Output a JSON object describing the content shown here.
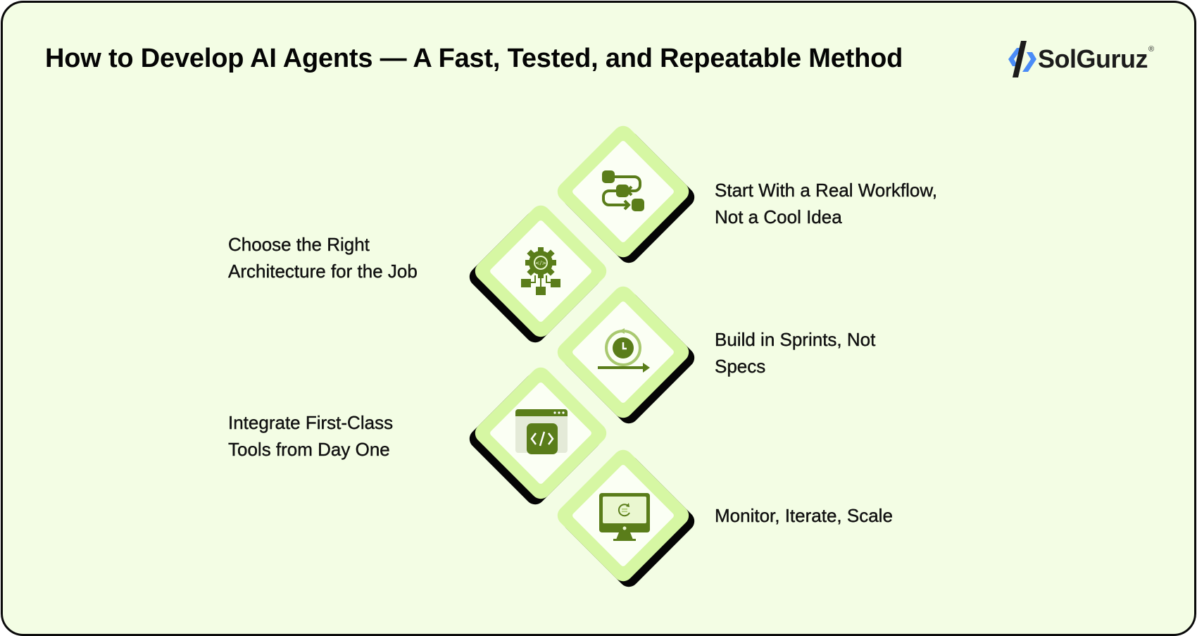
{
  "header": {
    "title": "How to Develop AI Agents — A Fast, Tested, and Repeatable Method"
  },
  "logo": {
    "name": "SolGuruz",
    "registered_mark": "®",
    "colors": {
      "accent": "#4a8cf7",
      "dark": "#1c1c1c"
    }
  },
  "colors": {
    "background": "#f3fde4",
    "diamond_border": "#d6f7a3",
    "diamond_fill": "#fbfff4",
    "icon_green": "#5a7d1a",
    "shadow": "#050505",
    "text": "#111111"
  },
  "steps": [
    {
      "icon": "workflow-icon",
      "side": "right",
      "line1": "Start With a Real Workflow,",
      "line2": "Not a Cool Idea"
    },
    {
      "icon": "gear-architecture-icon",
      "side": "left",
      "line1": "Choose the Right",
      "line2": "Architecture for the Job"
    },
    {
      "icon": "sprint-clock-icon",
      "side": "right",
      "line1": "Build in Sprints, Not",
      "line2": "Specs"
    },
    {
      "icon": "code-window-icon",
      "side": "left",
      "line1": "Integrate First-Class",
      "line2": "Tools from Day One"
    },
    {
      "icon": "monitor-refresh-icon",
      "side": "right",
      "line1": "Monitor, Iterate, Scale",
      "line2": ""
    }
  ]
}
